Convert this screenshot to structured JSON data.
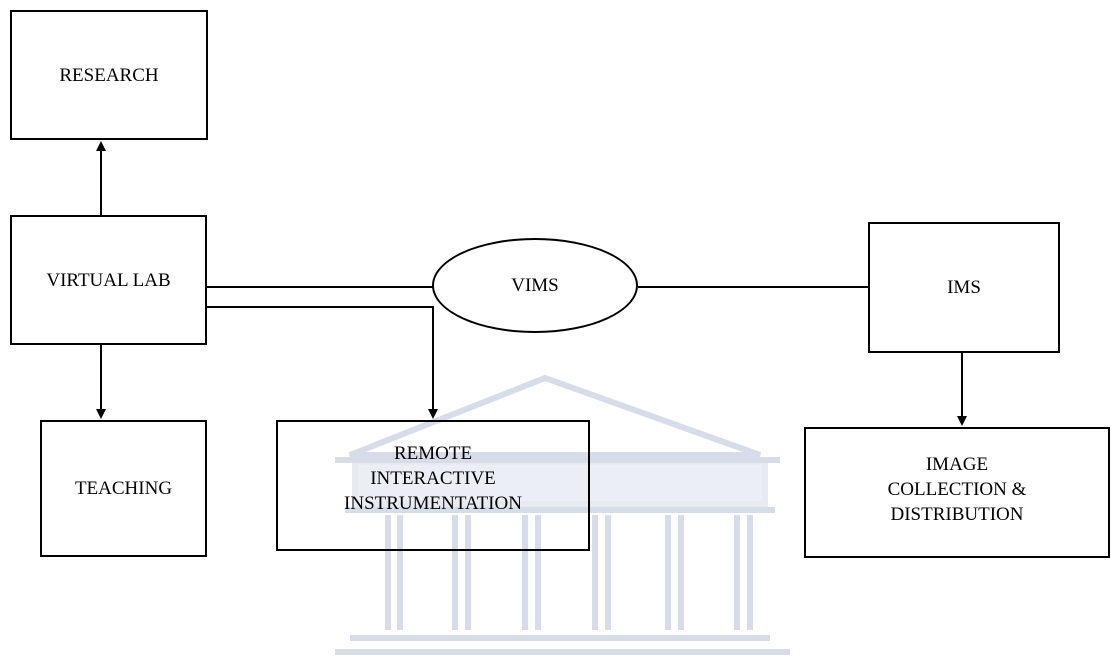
{
  "diagram": {
    "nodes": {
      "research": "RESEARCH",
      "virtual_lab": "VIRTUAL LAB",
      "teaching": "TEACHING",
      "remote": "REMOTE\nINTERACTIVE\nINSTRUMENTATION",
      "vims": "VIMS",
      "ims": "IMS",
      "image": "IMAGE\nCOLLECTION &\nDISTRIBUTION"
    },
    "edges": [
      {
        "from": "VIRTUAL LAB",
        "to": "RESEARCH",
        "arrow": true
      },
      {
        "from": "VIRTUAL LAB",
        "to": "TEACHING",
        "arrow": true
      },
      {
        "from": "VIRTUAL LAB",
        "to": "VIMS",
        "arrow": false
      },
      {
        "from": "VIRTUAL LAB",
        "to": "REMOTE INTERACTIVE INSTRUMENTATION",
        "arrow": true
      },
      {
        "from": "VIMS",
        "to": "IMS",
        "arrow": false
      },
      {
        "from": "IMS",
        "to": "IMAGE COLLECTION & DISTRIBUTION",
        "arrow": true
      }
    ],
    "line_color": "#000000",
    "watermark_color": "#9aa3c4"
  }
}
